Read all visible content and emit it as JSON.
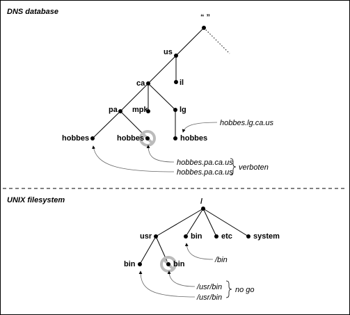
{
  "sections": {
    "dns_title": "DNS database",
    "unix_title": "UNIX filesystem"
  },
  "dns_nodes": {
    "root": "“ ”",
    "us": "us",
    "il": "il",
    "ca": "ca",
    "pa": "pa",
    "mpk": "mpk",
    "lg": "lg",
    "hobbes1": "hobbes",
    "hobbes2": "hobbes",
    "hobbes3": "hobbes"
  },
  "dns_annotations": {
    "lg_path": "hobbes.lg.ca.us",
    "pa_path_1": "hobbes.pa.ca.us",
    "pa_path_2": "hobbes.pa.ca.us",
    "verdict": "verboten"
  },
  "unix_nodes": {
    "root": "/",
    "usr": "usr",
    "bin": "bin",
    "etc": "etc",
    "system": "system",
    "usr_bin1": "bin",
    "usr_bin2": "bin"
  },
  "unix_annotations": {
    "bin_path": "/bin",
    "usr_bin_path_1": "/usr/bin",
    "usr_bin_path_2": "/usr/bin",
    "verdict": "no go"
  }
}
